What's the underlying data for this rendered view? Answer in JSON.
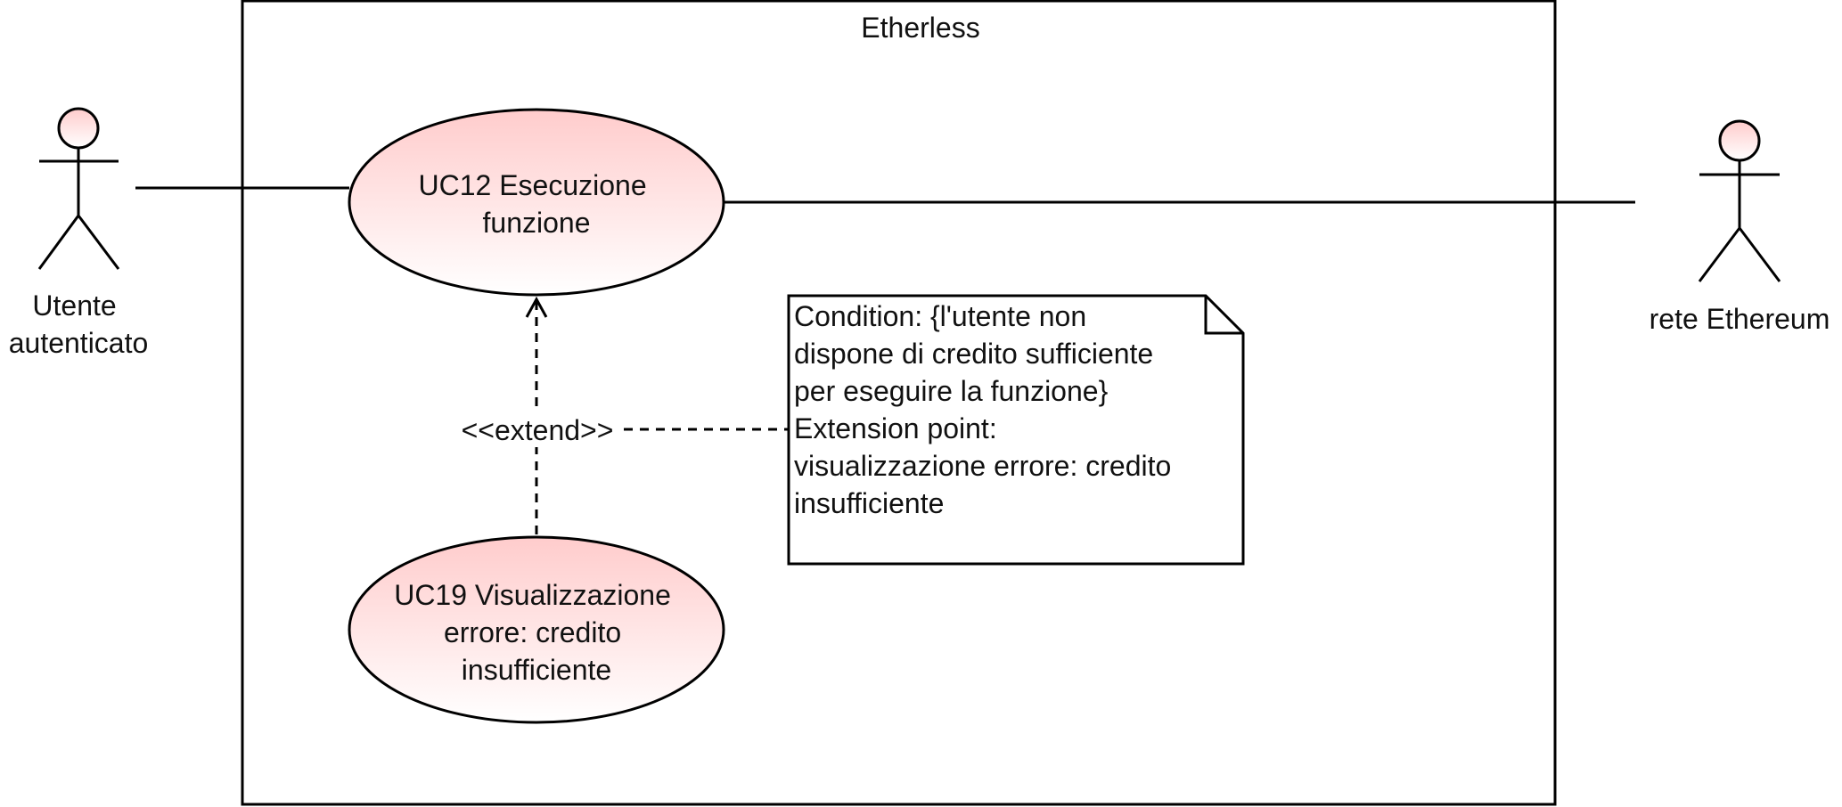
{
  "system": {
    "title": "Etherless"
  },
  "actors": {
    "left": {
      "lines": [
        "Utente",
        "autenticato"
      ]
    },
    "right": {
      "lines": [
        "rete Ethereum"
      ]
    }
  },
  "use_cases": {
    "uc12": {
      "lines": [
        "UC12 Esecuzione",
        "funzione"
      ]
    },
    "uc19": {
      "lines": [
        "UC19 Visualizzazione",
        "errore: credito",
        "insufficiente"
      ]
    }
  },
  "relation": {
    "label": "<<extend>>"
  },
  "note": {
    "lines": [
      "Condition: {l'utente non",
      "dispone di credito sufficiente",
      "per eseguire la funzione}",
      "Extension point:",
      "visualizzazione errore: credito",
      "insufficiente"
    ]
  },
  "colors": {
    "stroke": "#000000",
    "fill_top": "#ffcccc",
    "fill_bottom": "#ffffff"
  }
}
